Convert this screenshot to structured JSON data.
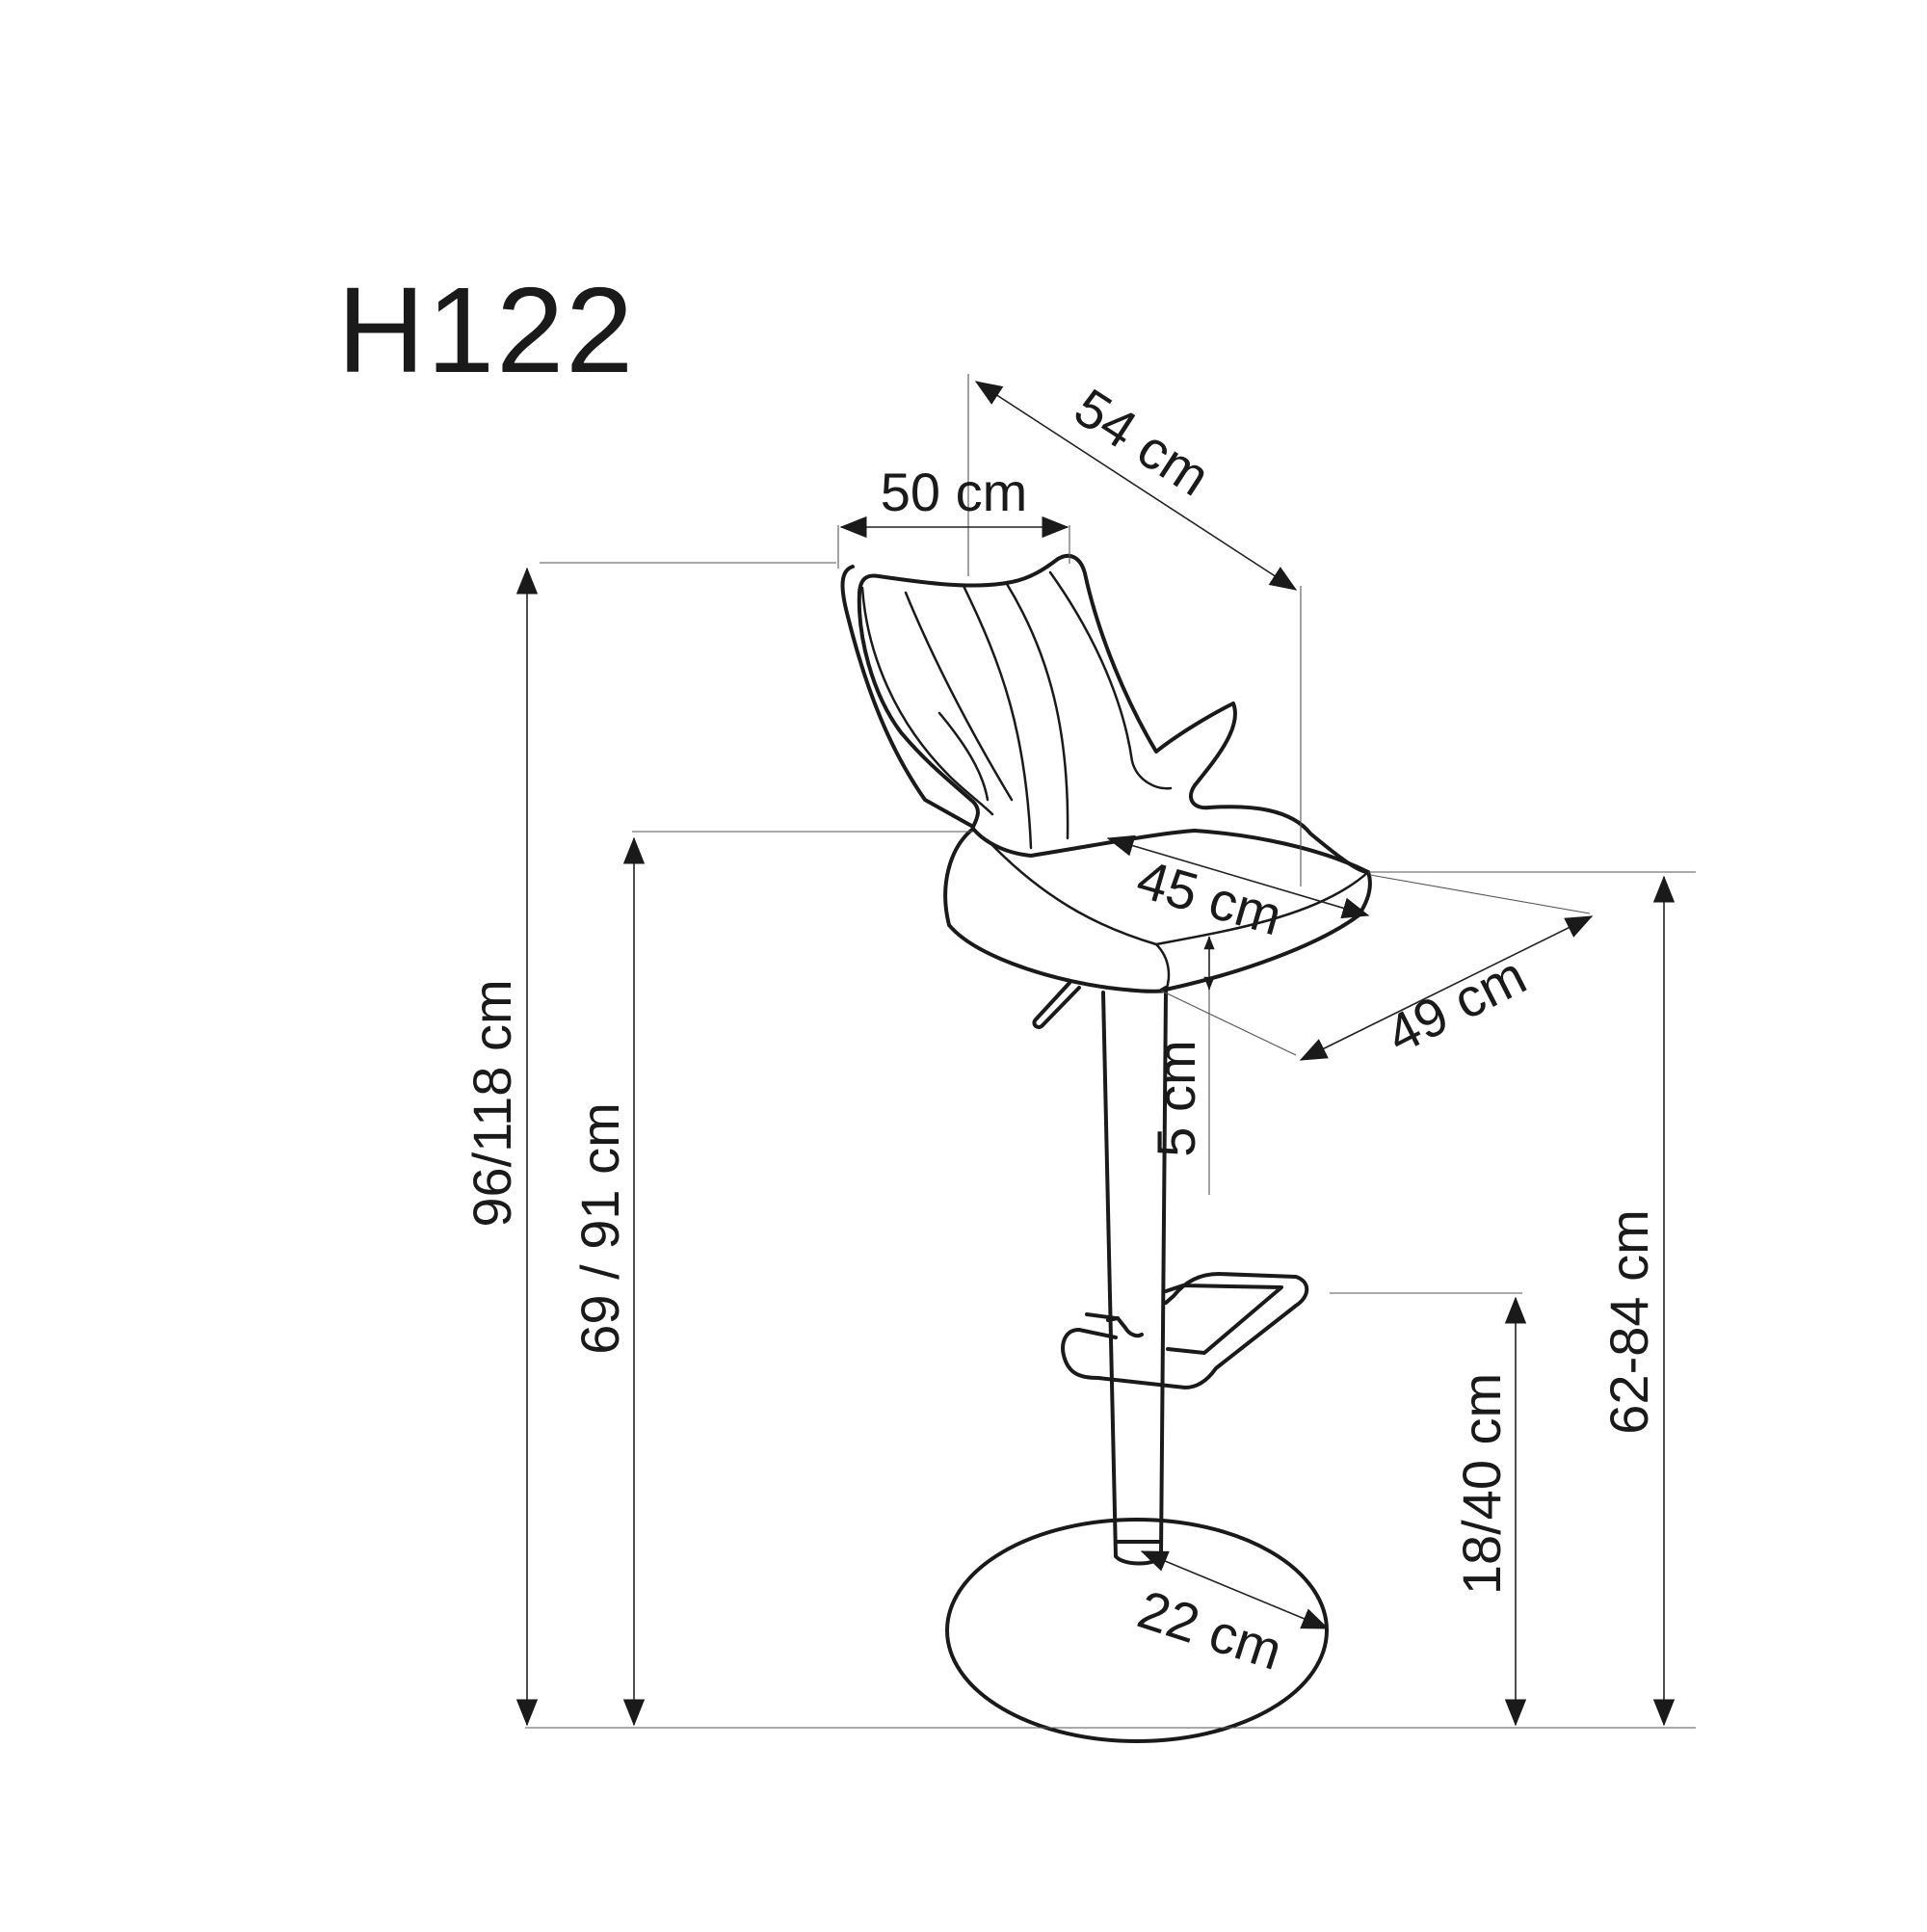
{
  "title": "H122",
  "dimensions": {
    "width": "50 cm",
    "depth": "54 cm",
    "seat_width": "45 cm",
    "seat_depth": "49 cm",
    "seat_thickness": "5 cm",
    "total_height": "96/118 cm",
    "arm_height": "69 / 91 cm",
    "seat_height": "62-84 cm",
    "footrest_height": "18/40 cm",
    "base_diameter": "22 cm"
  }
}
